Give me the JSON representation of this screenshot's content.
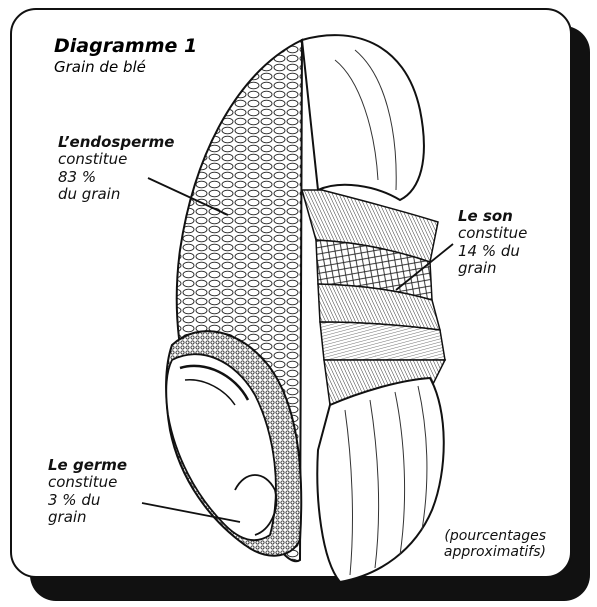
{
  "title": "Diagramme 1",
  "subtitle": "Grain de blé",
  "labels": {
    "endosperme": {
      "head": "L’endosperme",
      "lines": [
        "constitue",
        "83 %",
        "du grain"
      ]
    },
    "son": {
      "head": "Le son",
      "lines": [
        "constitue",
        "14 % du",
        "grain"
      ]
    },
    "germe": {
      "head": "Le germe",
      "lines": [
        "constitue",
        "3 % du",
        "grain"
      ]
    }
  },
  "note": [
    "(pourcentages",
    "approximatifs)"
  ]
}
